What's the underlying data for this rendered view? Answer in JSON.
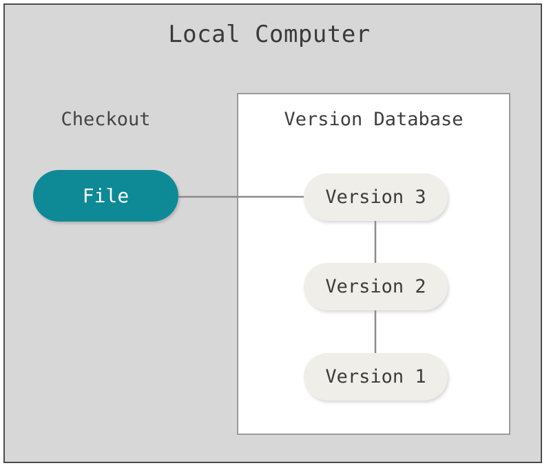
{
  "diagram": {
    "title": "Local Computer",
    "outer_panel_name": "local-computer-panel",
    "background_color": "#d7d7d7",
    "border_color": "#4a4a4a",
    "checkout_label": "Checkout",
    "version_db": {
      "title": "Version Database",
      "background_color": "#ffffff",
      "border_color": "#9a9a9a"
    },
    "nodes": {
      "file": {
        "label": "File",
        "fill": "#0d8a96",
        "text_color": "#ffffff"
      },
      "versions": [
        {
          "label": "Version 3",
          "fill": "#efeee9",
          "text_color": "#3c3c3c"
        },
        {
          "label": "Version 2",
          "fill": "#efeee9",
          "text_color": "#3c3c3c"
        },
        {
          "label": "Version 1",
          "fill": "#efeee9",
          "text_color": "#3c3c3c"
        }
      ]
    },
    "connectors": {
      "line_color": "#8a8a8a",
      "edges": [
        {
          "from": "File",
          "to": "Version 3"
        },
        {
          "from": "Version 3",
          "to": "Version 2"
        },
        {
          "from": "Version 2",
          "to": "Version 1"
        }
      ]
    }
  }
}
